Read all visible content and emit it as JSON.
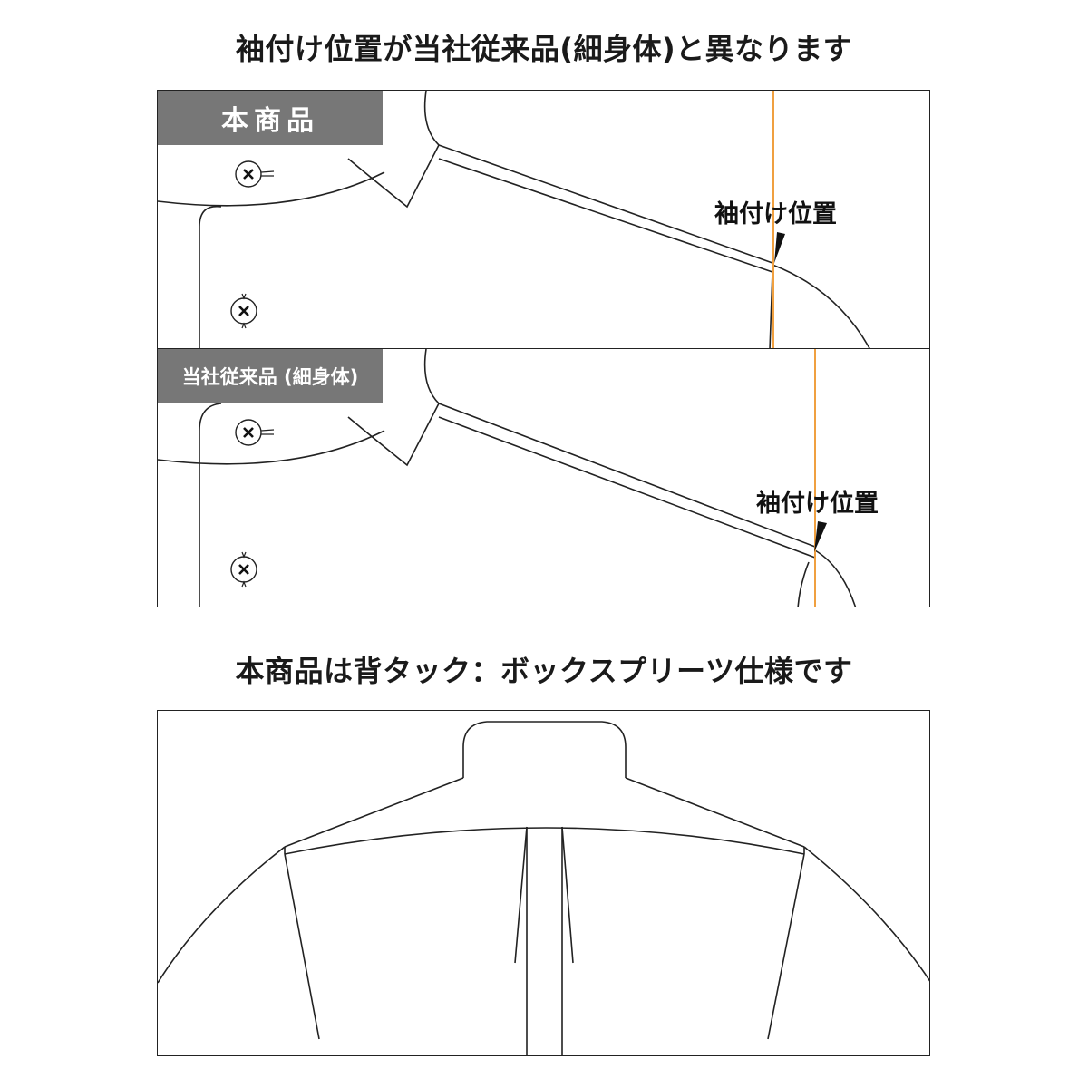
{
  "headings": {
    "top": "袖付け位置が当社従来品(細身体)と異なります",
    "bottom": "本商品は背タック：ボックスプリーツ仕様です"
  },
  "panels": {
    "product": {
      "tag": "本商品",
      "callout": "袖付け位置"
    },
    "conventional": {
      "tag": "当社従来品 (細身体)",
      "callout": "袖付け位置"
    }
  },
  "colors": {
    "marker_line": "#f0a040",
    "tag_background": "#777777",
    "outline": "#222222"
  },
  "icons": {
    "button": "button-x-icon",
    "pointer": "triangle-pointer-icon"
  }
}
